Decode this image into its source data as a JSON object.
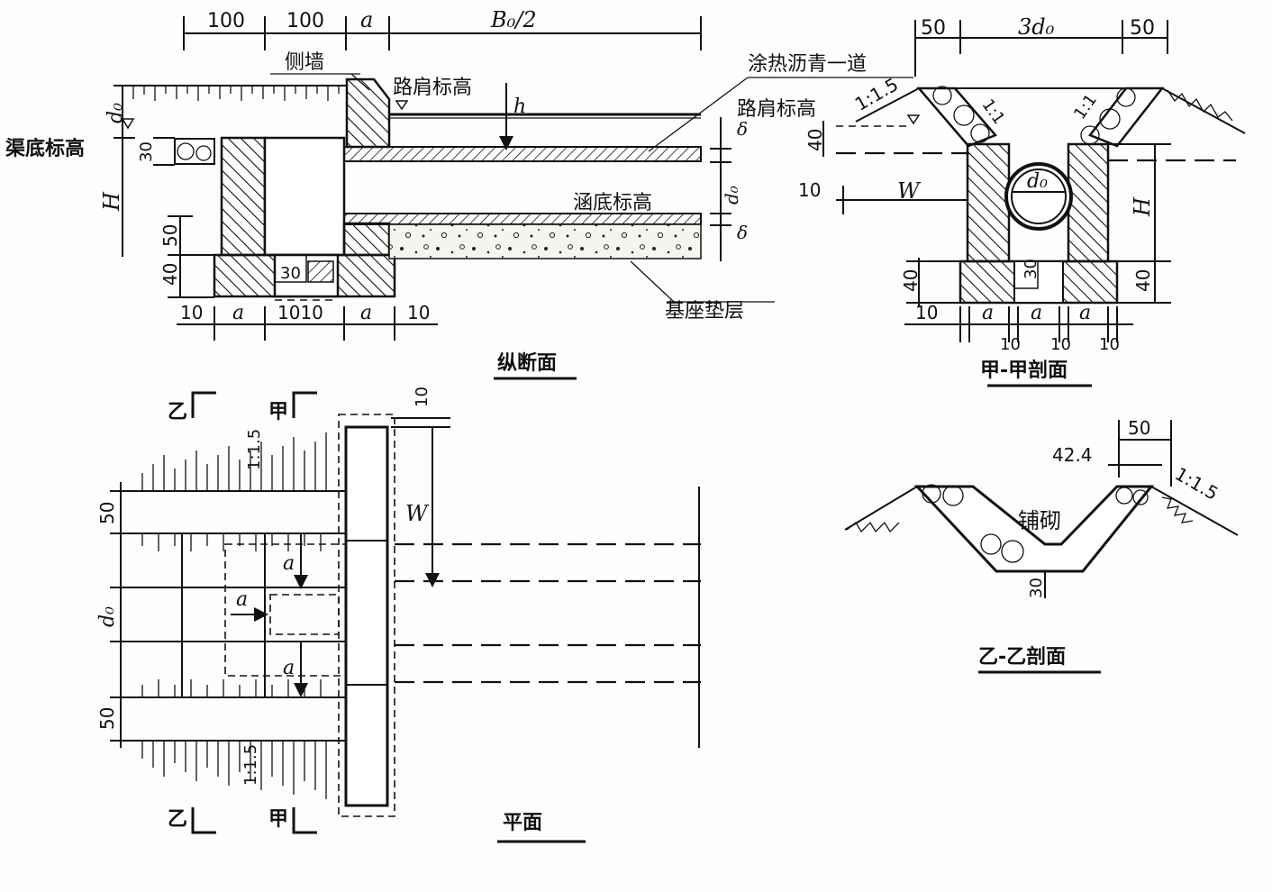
{
  "views": {
    "longitudinal": {
      "title": "纵断面",
      "dims_top": [
        "100",
        "100",
        "a",
        "B₀/2"
      ],
      "dims_bottom": [
        "10",
        "a",
        "1010",
        "a",
        "10"
      ],
      "dims_left": [
        "d₀",
        "30",
        "H",
        "50",
        "40"
      ],
      "dims_inner": [
        "30",
        "h",
        "δ",
        "d₀",
        "δ"
      ],
      "labels": {
        "side_wall": "侧墙",
        "shoulder_elev": "路肩标高",
        "channel_bottom_elev": "渠底标高",
        "culvert_bottom_elev": "涵底标高",
        "base_cushion": "基座垫层",
        "asphalt": "涂热沥青一道"
      }
    },
    "section_a": {
      "title": "甲-甲剖面",
      "dims_top": [
        "50",
        "3d₀",
        "50"
      ],
      "dims_bottom": [
        "10",
        "a",
        "a",
        "a",
        "10",
        "10",
        "10"
      ],
      "dims_side": [
        "40",
        "W",
        "10",
        "H",
        "40",
        "40",
        "30"
      ],
      "labels": {
        "shoulder_elev": "路肩标高",
        "slope_left": "1:1.5",
        "slope_inner_left": "1:1",
        "slope_inner_right": "1:1",
        "pipe_diameter": "d₀"
      }
    },
    "plan": {
      "title": "平面",
      "markers": [
        "乙",
        "甲",
        "乙",
        "甲"
      ],
      "dims": [
        "10",
        "W",
        "a",
        "a",
        "a",
        "50",
        "d₀",
        "50"
      ],
      "slopes": [
        "1:1.5",
        "1:1.5"
      ]
    },
    "section_b": {
      "title": "乙-乙剖面",
      "dims": [
        "50",
        "42.4",
        "30"
      ],
      "slope": "1:1.5",
      "label_paving": "铺砌"
    }
  }
}
